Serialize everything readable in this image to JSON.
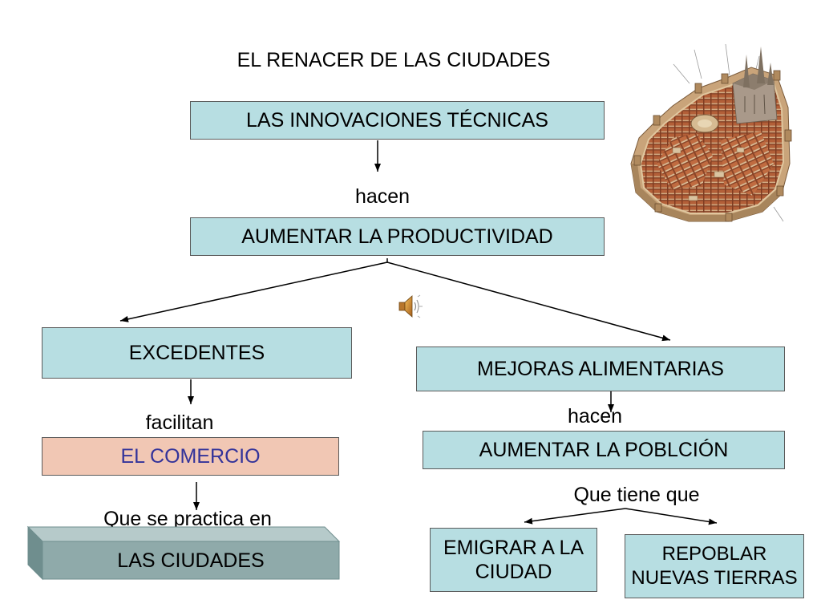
{
  "title": "EL RENACER DE LAS CIUDADES",
  "nodes": {
    "innovaciones": "LAS INNOVACIONES TÉCNICAS",
    "productividad": "AUMENTAR LA PRODUCTIVIDAD",
    "excedentes": "EXCEDENTES",
    "mejoras": "MEJORAS ALIMENTARIAS",
    "comercio": "EL COMERCIO",
    "poblacion": "AUMENTAR LA POBLCIÓN",
    "ciudades": "LAS CIUDADES",
    "emigrar": [
      "EMIGRAR A LA",
      "CIUDAD"
    ],
    "repoblar": [
      "REPOBLAR",
      "NUEVAS TIERRAS"
    ]
  },
  "links": {
    "innovaciones_productividad": "hacen",
    "excedentes_comercio": "facilitan",
    "mejoras_poblacion": "hacen",
    "comercio_ciudades": "Que se practica en",
    "poblacion_destinos": "Que tiene que"
  },
  "icons": {
    "speaker": "speaker-icon"
  },
  "colors": {
    "box_fill": "#b7dee2",
    "box_border": "#5a5a5a",
    "commerce_fill": "#f1c7b4",
    "commerce_text": "#33339a",
    "cities_front": "#8faaaa",
    "cities_top": "#b6caca",
    "cities_side": "#6f8e8e",
    "text": "#000000"
  }
}
